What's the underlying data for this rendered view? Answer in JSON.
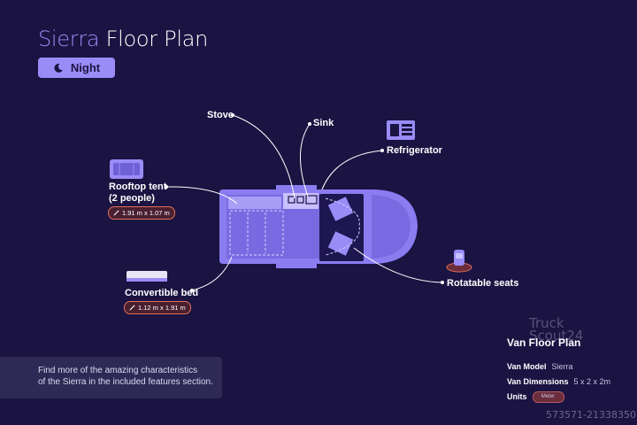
{
  "title": {
    "accent": "Sierra",
    "rest": " Floor Plan"
  },
  "mode_button": {
    "label": "Night",
    "icon": "moon-icon"
  },
  "features": {
    "stove": "Stove",
    "sink": "Sink",
    "refrigerator": "Refrigerator",
    "rooftop_tent_line1": "Rooftop tent",
    "rooftop_tent_line2": "(2 people)",
    "rooftop_tent_size": "1.91 m x 1.07 m",
    "convertible_bed": "Convertible bed",
    "convertible_bed_size": "1.12 m x 1.91 m",
    "rotatable_seats": "Rotatable seats"
  },
  "info_text": {
    "line1": "Find more of the amazing characteristics",
    "line2": "of the Sierra in the included features section."
  },
  "floor_plan_panel": {
    "heading": "Van Floor Plan",
    "logo_line1": "Truck",
    "logo_line2": "Scout24",
    "model_label": "Van Model",
    "model_value": "Sierra",
    "dimensions_label": "Van Dimensions",
    "dimensions_value": "5 x 2 x 2m",
    "units_label": "Units",
    "units_button": "Meter"
  },
  "watermark": "573571-21338350",
  "colors": {
    "background": "#1b1342",
    "accent": "#9a8cf7",
    "badge_border": "#e0705a"
  }
}
